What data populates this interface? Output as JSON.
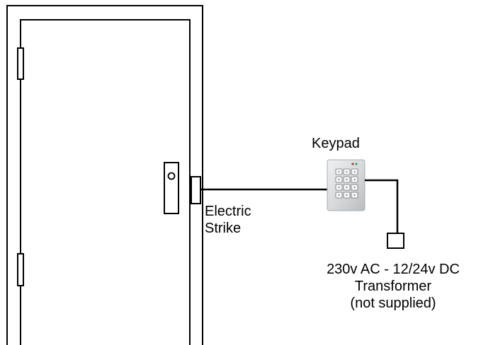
{
  "labels": {
    "keypad": "Keypad",
    "electric_strike": [
      "Electric",
      "Strike"
    ],
    "transformer": [
      "230v AC - 12/24v DC",
      "Transformer",
      "(not supplied)"
    ]
  },
  "colors": {
    "line": "#000000",
    "background": "#ffffff",
    "keypad_body": "#d6d8da",
    "keypad_keys": "#f4f5f6"
  },
  "keypad": {
    "key_rows": 4,
    "key_columns": 3,
    "indicator_leds": 2
  }
}
